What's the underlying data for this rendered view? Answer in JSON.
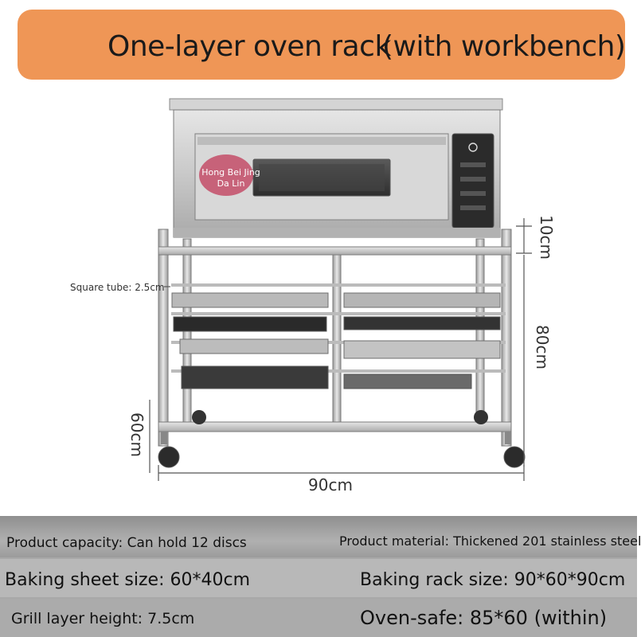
{
  "banner": {
    "title": "One-layer oven rack",
    "subtitle": "(with workbench)",
    "color": "#ef9656"
  },
  "product": {
    "brand_label": "Hong Bei Jing Da Lin",
    "annotation_tube": "Square tube: 2.5cm",
    "dim_width": "90cm",
    "dim_gap": "10cm",
    "dim_rack_height": "80cm",
    "dim_depth": "60cm"
  },
  "specs": {
    "capacity": "Product capacity: Can hold 12 discs",
    "material": "Product material: Thickened 201 stainless steel",
    "sheet_size": "Baking sheet size: 60*40cm",
    "rack_size": "Baking rack size: 90*60*90cm",
    "layer_height": "Grill layer height: 7.5cm",
    "oven_safe": "Oven-safe: 85*60 (within)"
  }
}
